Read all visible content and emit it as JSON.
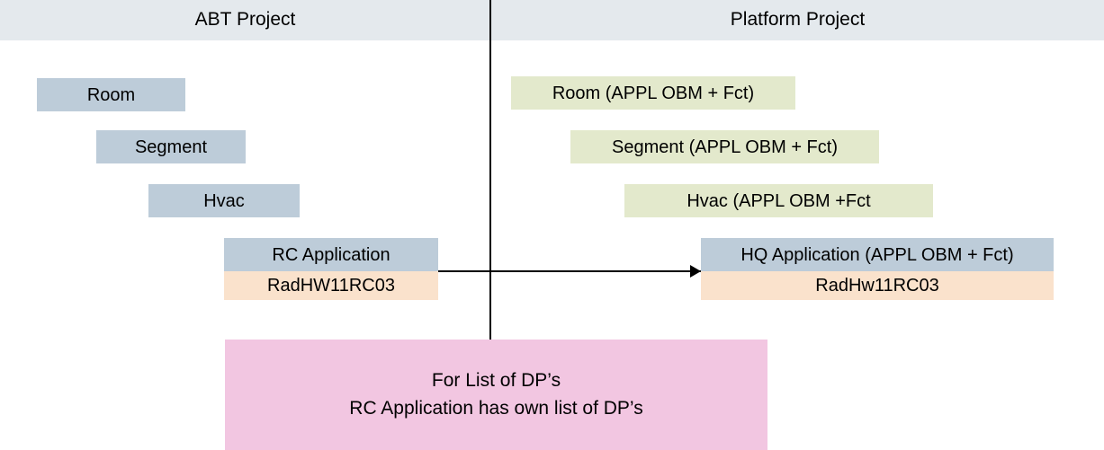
{
  "diagram": {
    "header": {
      "left_title": "ABT Project",
      "right_title": "Platform Project"
    },
    "colors": {
      "header_bar": "#E4E9ED",
      "blue_node": "#BDCCD9",
      "green_node": "#E3E9CC",
      "orange_node": "#FAE2CC",
      "pink_note": "#F2C6E1",
      "line": "#000000",
      "text": "#000000",
      "background": "#FFFFFF"
    },
    "left_column": {
      "nodes": [
        {
          "label": "Room",
          "color": "blue"
        },
        {
          "label": "Segment",
          "color": "blue"
        },
        {
          "label": "Hvac",
          "color": "blue"
        },
        {
          "label": "RC Application",
          "color": "blue"
        },
        {
          "label": "RadHW11RC03",
          "color": "orange"
        }
      ]
    },
    "right_column": {
      "nodes": [
        {
          "label": "Room (APPL OBM + Fct)",
          "color": "green"
        },
        {
          "label": "Segment (APPL OBM + Fct)",
          "color": "green"
        },
        {
          "label": "Hvac (APPL OBM +Fct",
          "color": "green"
        },
        {
          "label": "HQ Application  (APPL OBM + Fct)",
          "color": "blue"
        },
        {
          "label": "RadHw11RC03",
          "color": "orange"
        }
      ]
    },
    "connector": {
      "name": "mapping-arrow",
      "direction": "left-to-right"
    },
    "note": {
      "line1": "For List of DP’s",
      "line2": "RC Application has own list of DP’s"
    }
  }
}
